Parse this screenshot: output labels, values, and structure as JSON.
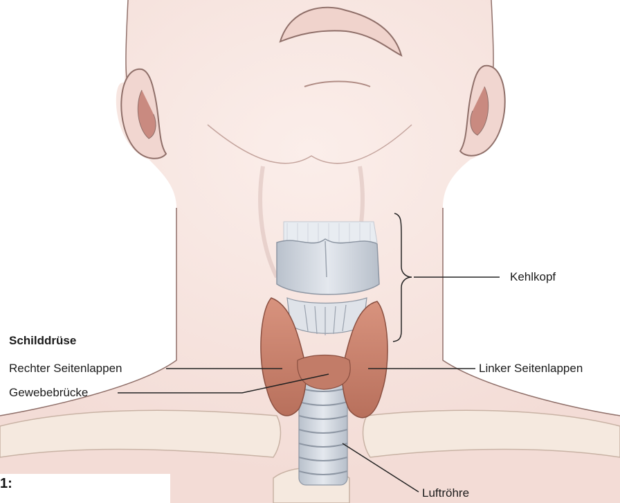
{
  "diagram": {
    "colors": {
      "skin": "#f6e3df",
      "skin_outline": "#8f6f69",
      "thyroid": "#c9826e",
      "cartilage": "#cdd3dc",
      "bone": "#f3e6d9",
      "line": "#222222"
    },
    "labels": {
      "schilddruese": "Schilddrüse",
      "rechter_seitenlappen": "Rechter Seitenlappen",
      "gewebebruecke": "Gewebebrücke",
      "linker_seitenlappen": "Linker Seitenlappen",
      "kehlkopf": "Kehlkopf",
      "luftroehre": "Luftröhre"
    },
    "corner_text": "1:"
  }
}
